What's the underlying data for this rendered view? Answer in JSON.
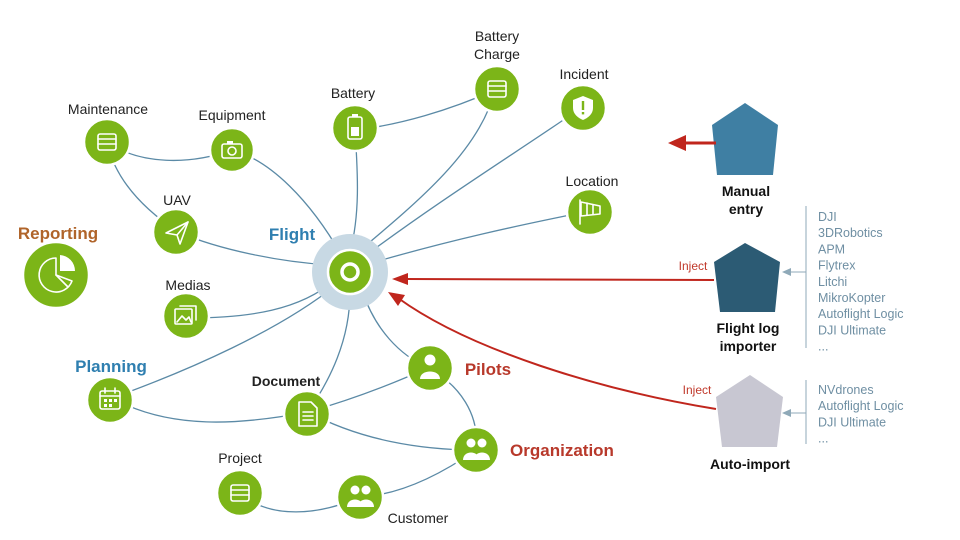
{
  "hub": {
    "label": "Flight",
    "color": "#2f7fb0"
  },
  "section_headers": {
    "reporting": "Reporting",
    "planning": "Planning",
    "pilots": "Pilots",
    "organization": "Organization"
  },
  "node_labels": {
    "maintenance": "Maintenance",
    "equipment": "Equipment",
    "battery": "Battery",
    "battery_charge_line1": "Battery",
    "battery_charge_line2": "Charge",
    "incident": "Incident",
    "location": "Location",
    "uav": "UAV",
    "medias": "Medias",
    "document": "Document",
    "project": "Project",
    "customer": "Customer"
  },
  "sources": {
    "manual_line1": "Manual",
    "manual_line2": "entry",
    "importer_line1": "Flight log",
    "importer_line2": "importer",
    "auto_import": "Auto-import",
    "inject_label": "Inject"
  },
  "flight_log_formats": [
    "DJI",
    "3DRobotics",
    "APM",
    "Flytrex",
    "Litchi",
    "MikroKopter",
    "Autoflight Logic",
    "DJI Ultimate",
    "..."
  ],
  "auto_import_formats": [
    "NVdrones",
    "Autoflight Logic",
    "DJI Ultimate",
    "..."
  ],
  "colors": {
    "node_green": "#7cb518",
    "link_blue": "#5b8aa6",
    "header_blue": "#2f7fb0",
    "header_red": "#b8392b",
    "header_brown": "#b0642a",
    "manual_pentagon": "#3f7fa3",
    "importer_pentagon": "#2c5b74",
    "auto_pentagon": "#c8c7d2",
    "arrow_red": "#c0261d"
  }
}
